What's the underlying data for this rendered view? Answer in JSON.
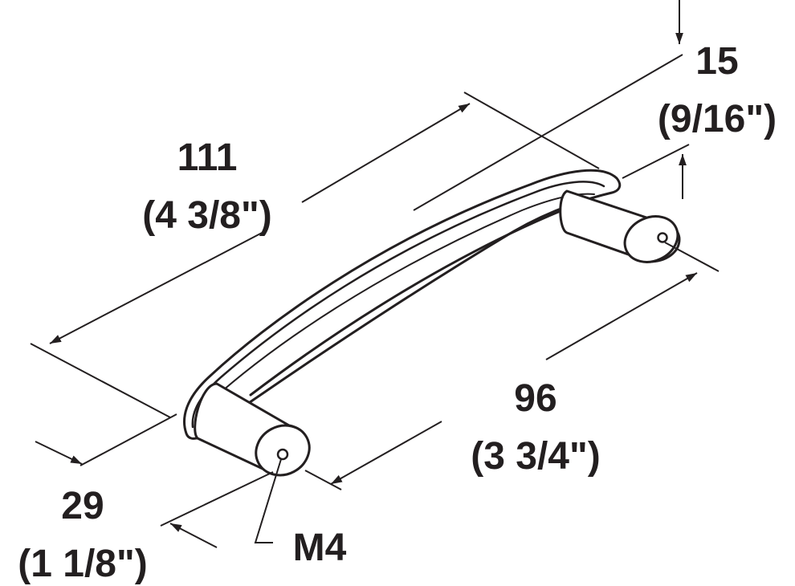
{
  "colors": {
    "ink": "#231f20",
    "background": "#ffffff"
  },
  "dimensions": {
    "overall_length": {
      "metric": "111",
      "imperial": "(4 3/8\")"
    },
    "hole_spacing": {
      "metric": "96",
      "imperial": "(3 3/4\")"
    },
    "projection": {
      "metric": "29",
      "imperial": "(1 1/8\")"
    },
    "post_diameter": {
      "metric": "15",
      "imperial": "(9/16\")"
    },
    "thread": {
      "label": "M4"
    }
  }
}
